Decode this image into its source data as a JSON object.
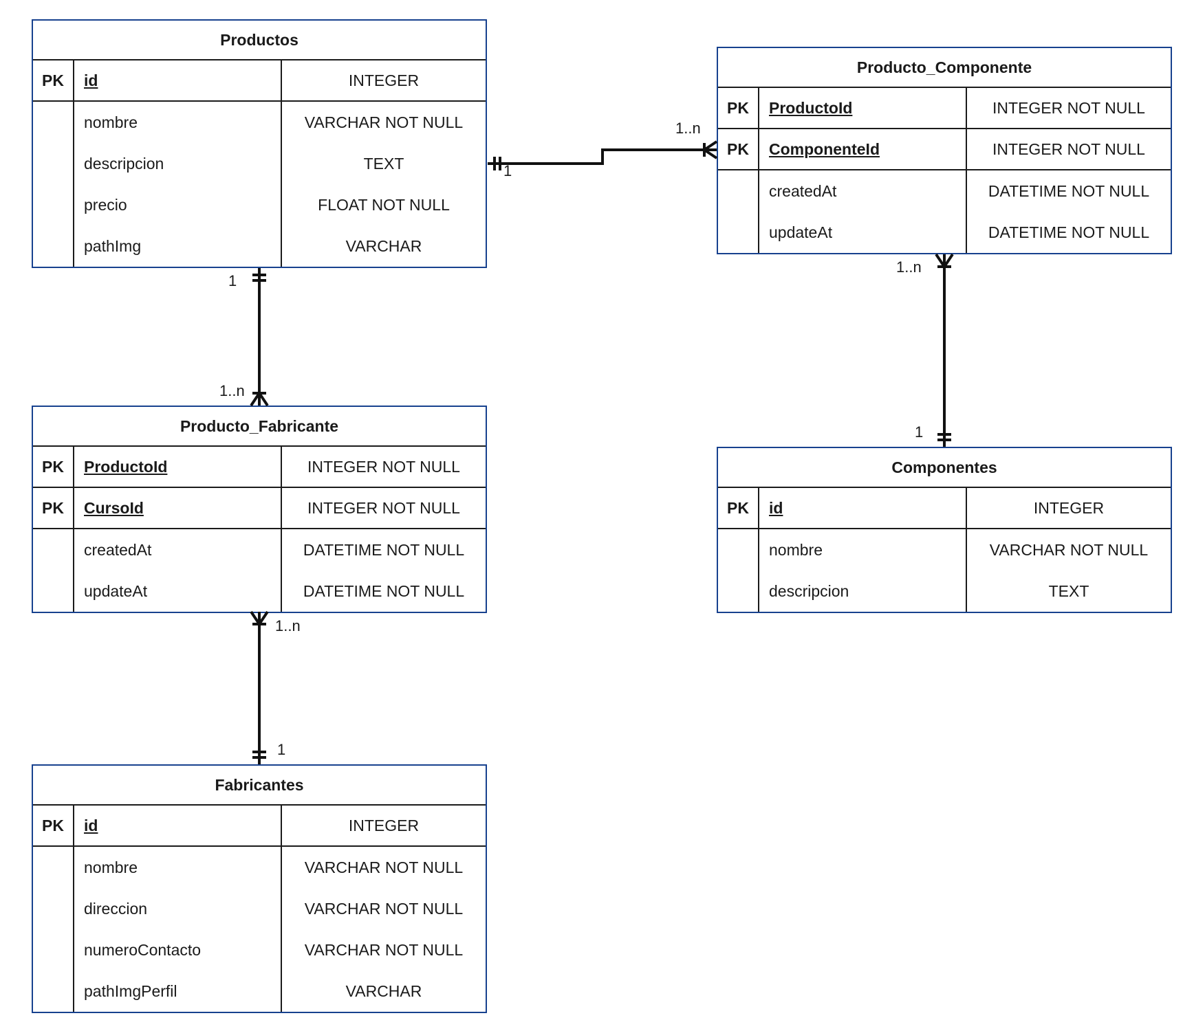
{
  "entities": {
    "productos": {
      "title": "Productos",
      "keys": [
        {
          "key": "PK",
          "name": "id",
          "type": "INTEGER"
        }
      ],
      "fields": [
        {
          "name": "nombre",
          "type": "VARCHAR NOT NULL"
        },
        {
          "name": "descripcion",
          "type": "TEXT"
        },
        {
          "name": "precio",
          "type": "FLOAT NOT NULL"
        },
        {
          "name": "pathImg",
          "type": "VARCHAR"
        }
      ]
    },
    "producto_componente": {
      "title": "Producto_Componente",
      "keys": [
        {
          "key": "PK",
          "name": "ProductoId",
          "type": "INTEGER NOT NULL"
        },
        {
          "key": "PK",
          "name": "ComponenteId",
          "type": "INTEGER NOT NULL"
        }
      ],
      "fields": [
        {
          "name": "createdAt",
          "type": "DATETIME NOT NULL"
        },
        {
          "name": "updateAt",
          "type": "DATETIME NOT NULL"
        }
      ]
    },
    "producto_fabricante": {
      "title": "Producto_Fabricante",
      "keys": [
        {
          "key": "PK",
          "name": "ProductoId",
          "type": "INTEGER NOT NULL"
        },
        {
          "key": "PK",
          "name": "CursoId",
          "type": "INTEGER NOT NULL"
        }
      ],
      "fields": [
        {
          "name": "createdAt",
          "type": "DATETIME NOT NULL"
        },
        {
          "name": "updateAt",
          "type": "DATETIME NOT NULL"
        }
      ]
    },
    "componentes": {
      "title": "Componentes",
      "keys": [
        {
          "key": "PK",
          "name": "id",
          "type": "INTEGER"
        }
      ],
      "fields": [
        {
          "name": "nombre",
          "type": "VARCHAR NOT NULL"
        },
        {
          "name": "descripcion",
          "type": "TEXT"
        }
      ]
    },
    "fabricantes": {
      "title": "Fabricantes",
      "keys": [
        {
          "key": "PK",
          "name": "id",
          "type": "INTEGER"
        }
      ],
      "fields": [
        {
          "name": "nombre",
          "type": "VARCHAR NOT NULL"
        },
        {
          "name": "direccion",
          "type": "VARCHAR NOT NULL"
        },
        {
          "name": "numeroContacto",
          "type": "VARCHAR NOT NULL"
        },
        {
          "name": "pathImgPerfil",
          "type": "VARCHAR"
        }
      ]
    }
  },
  "relationships": {
    "productos_pc": {
      "one_label": "1",
      "many_label": "1..n"
    },
    "productos_pf": {
      "one_label": "1",
      "many_label": "1..n"
    },
    "pc_componentes": {
      "one_label": "1",
      "many_label": "1..n"
    },
    "pf_fabricantes": {
      "one_label": "1",
      "many_label": "1..n"
    }
  },
  "colors": {
    "entity_border": "#17418e",
    "line": "#111111"
  }
}
